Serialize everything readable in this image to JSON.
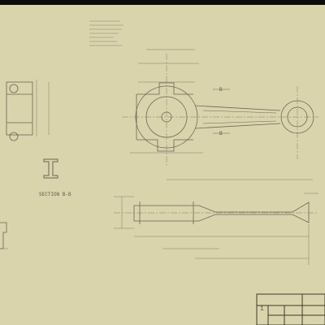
{
  "drawing": {
    "section_view_label": "SECTION B-B",
    "cut_marker": "B",
    "title_block_number": "1"
  },
  "colors": {
    "paper": "#d9d4ac",
    "ink": "#6b6656",
    "border": "#0d0c08"
  }
}
